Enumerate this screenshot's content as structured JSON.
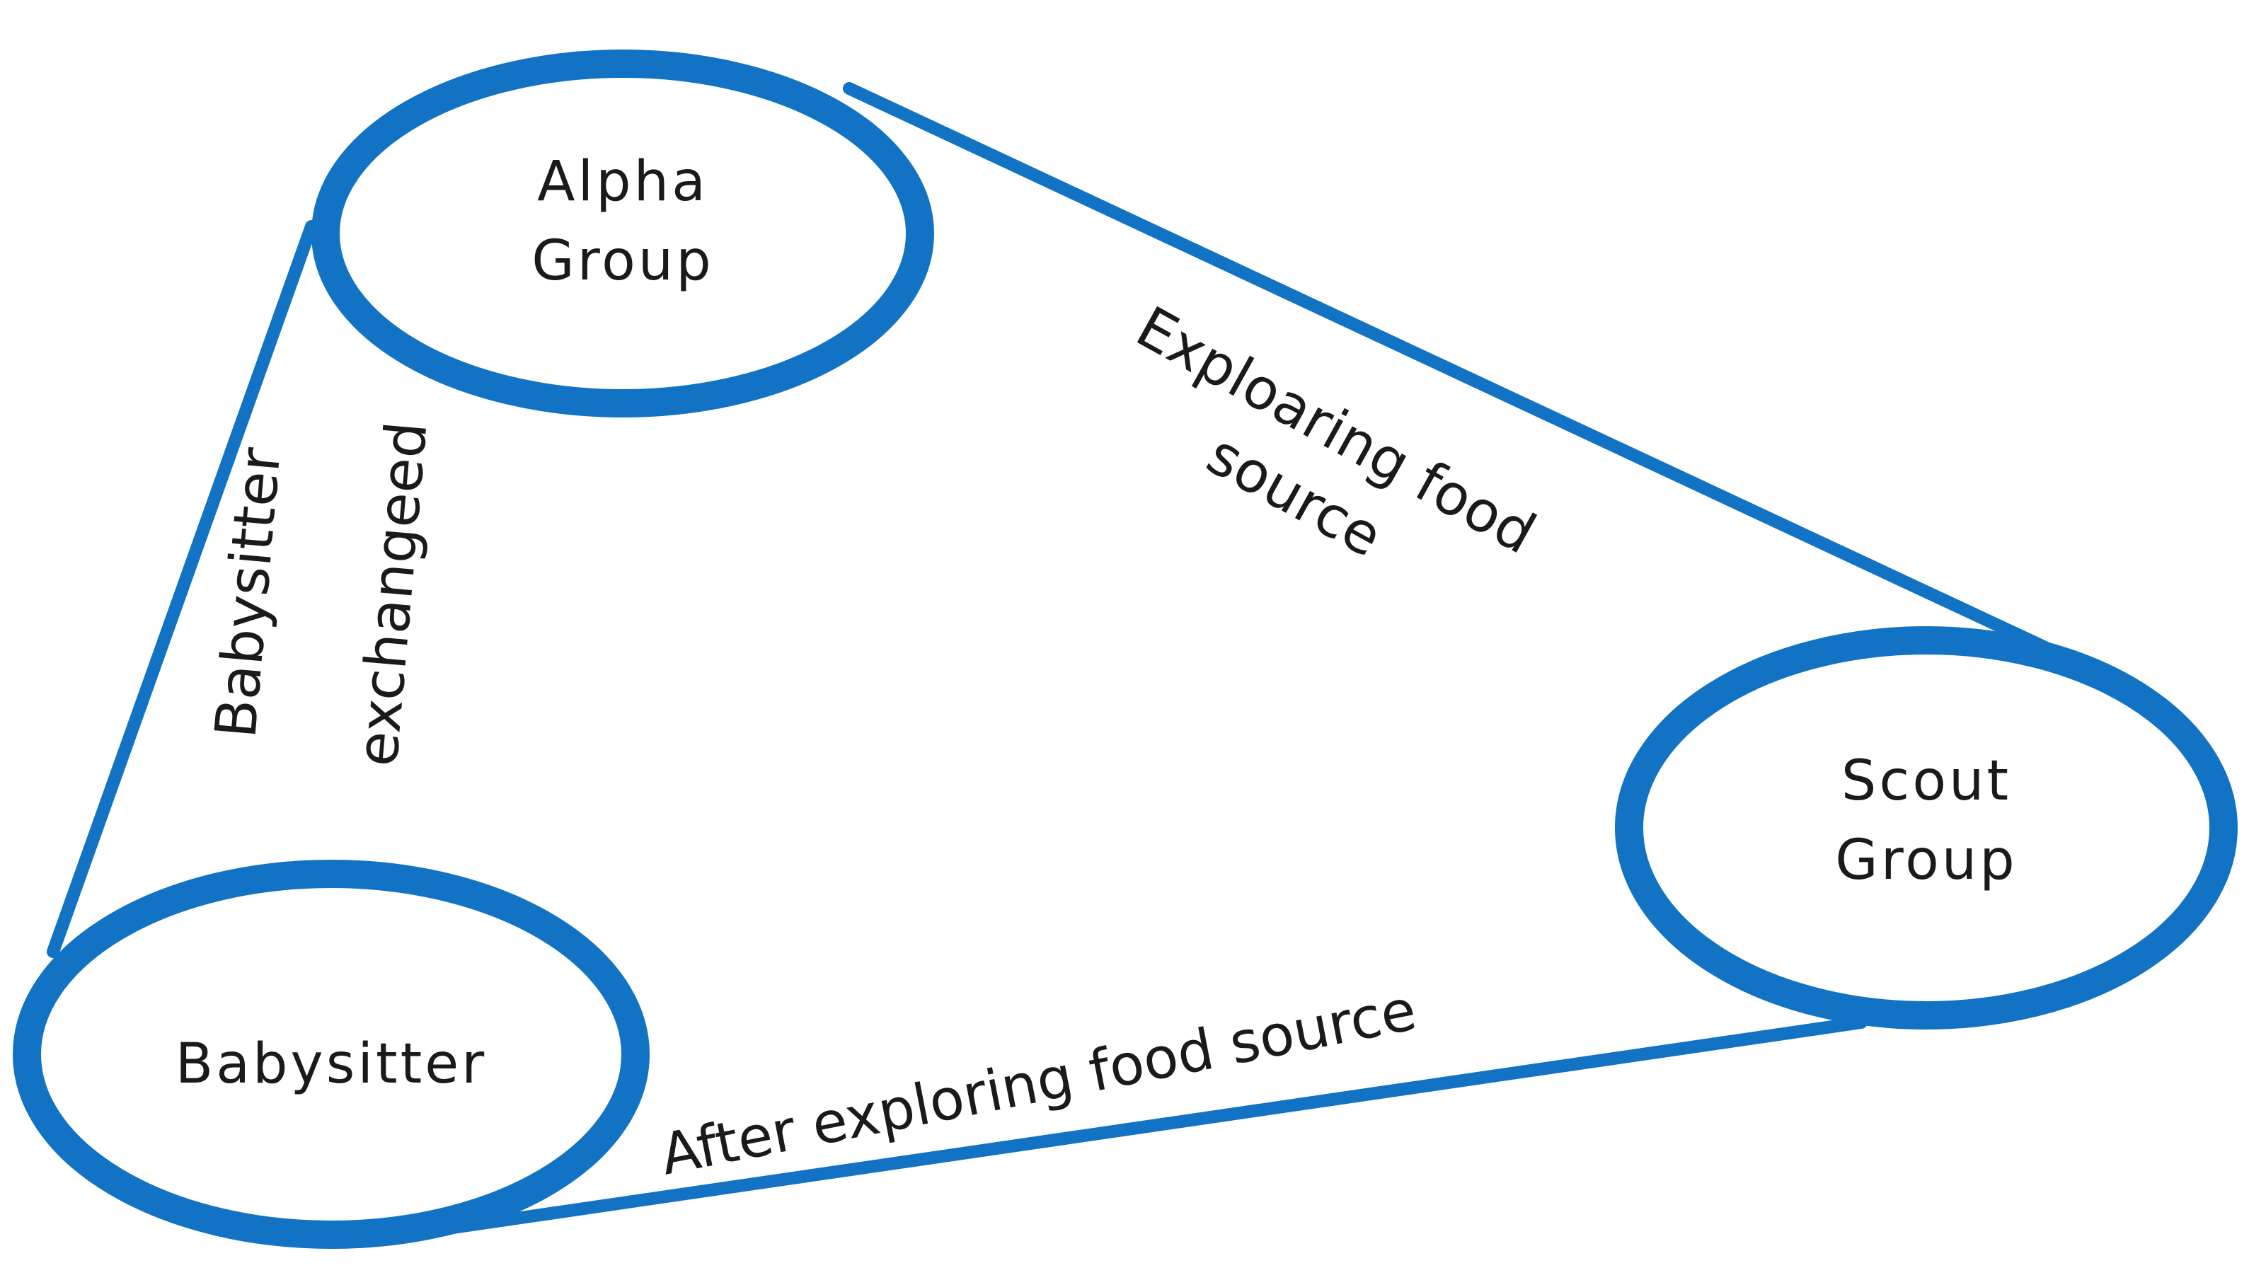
{
  "colors": {
    "accent": "#1273c4",
    "text": "#1a1a1a",
    "background": "#ffffff"
  },
  "nodes": {
    "alpha": {
      "line1": "Alpha",
      "line2": "Group"
    },
    "scout": {
      "line1": "Scout",
      "line2": "Group"
    },
    "babysitter": {
      "label": "Babysitter"
    }
  },
  "edges": {
    "alpha_to_scout": {
      "line1": "Exploaring food",
      "line2": "source"
    },
    "scout_to_babysitter": {
      "label": "After exploring food source"
    },
    "babysitter_to_alpha": {
      "line1": "Babysitter",
      "line2": "exchangeed"
    }
  }
}
